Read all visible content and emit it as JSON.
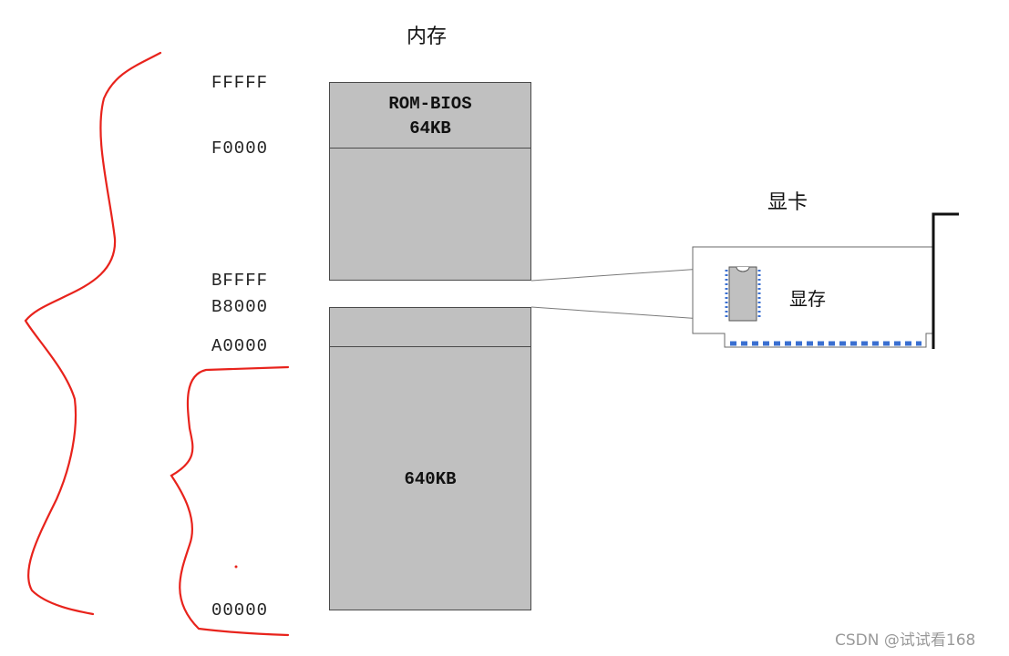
{
  "diagram": {
    "memory_title": "内存",
    "card_title": "显卡",
    "vram_label": "显存",
    "addresses": {
      "fffff": "FFFFF",
      "f0000": "F0000",
      "bffff": "BFFFF",
      "b8000": "B8000",
      "a0000": "A0000",
      "zero": "00000"
    },
    "blocks": {
      "rom_line1": "ROM-BIOS",
      "rom_line2": "64KB",
      "main": "640KB"
    },
    "colors": {
      "block_fill": "#c0c0c0",
      "annotation": "#e8231c",
      "chip_pins": "#3a6fd1"
    }
  },
  "watermark": "CSDN @试试看168"
}
